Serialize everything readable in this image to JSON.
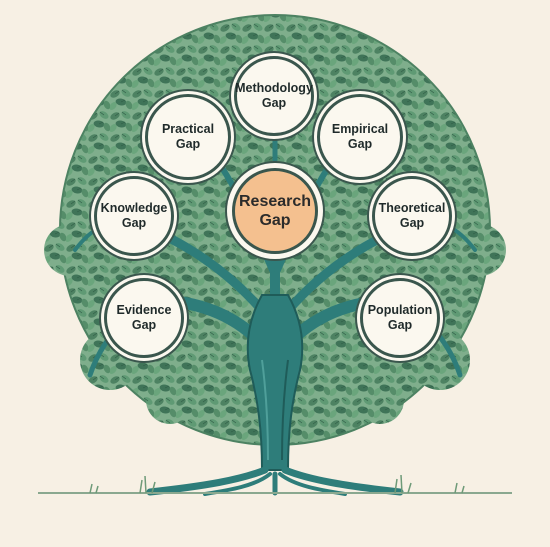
{
  "colors": {
    "background": "#f7f0e4",
    "foliage": "#5d8f6f",
    "foliage_dark": "#3e6e55",
    "trunk": "#2e7d7a",
    "node_fill": "#fbf8ef",
    "center_fill": "#f4c08f",
    "outline": "#3a564d"
  },
  "diagram": {
    "center": {
      "label_line1": "Research",
      "label_line2": "Gap"
    },
    "nodes": [
      {
        "id": "methodology",
        "label_line1": "Methodology",
        "label_line2": "Gap"
      },
      {
        "id": "practical",
        "label": "Practical Gap"
      },
      {
        "id": "empirical",
        "label": "Empirical Gap"
      },
      {
        "id": "knowledge",
        "label": "Knowledge Gap"
      },
      {
        "id": "theoretical",
        "label": "Theoretical Gap"
      },
      {
        "id": "evidence",
        "label": "Evidence Gap"
      },
      {
        "id": "population",
        "label": "Population Gap"
      }
    ]
  }
}
